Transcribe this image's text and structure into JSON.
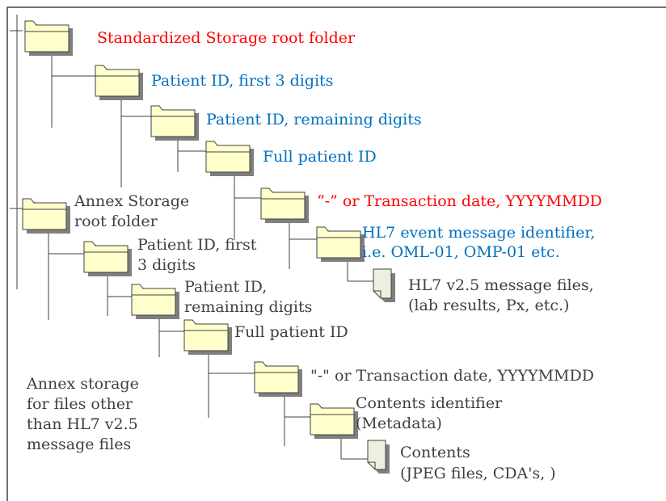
{
  "standard": {
    "root": "Standardized Storage root folder",
    "pid3": "Patient ID, first 3 digits",
    "pidrest": "Patient ID, remaining digits",
    "fullpid": "Full patient ID",
    "date": "“-” or Transaction date, YYYYMMDD",
    "event_line1": "HL7 event message identifier,",
    "event_line2": "i.e. OML-01, OMP-01 etc.",
    "files_line1": "HL7 v2.5 message files,",
    "files_line2": "(lab results, Px, etc.)"
  },
  "annex": {
    "root_line1": "Annex Storage",
    "root_line2": "root folder",
    "pid3_line1": "Patient ID, first",
    "pid3_line2": "3 digits",
    "pidrest_line1": "Patient ID,",
    "pidrest_line2": "remaining digits",
    "fullpid": "Full patient ID",
    "date": "\"-\" or Transaction date, YYYYMMDD",
    "contents_id_line1": "Contents identifier",
    "contents_id_line2": "(Metadata)",
    "contents_line1": "Contents",
    "contents_line2": "(JPEG files, CDA's, )",
    "note_line1": "Annex storage",
    "note_line2": "for files other",
    "note_line3": "than HL7 v2.5",
    "note_line4": "message files"
  },
  "icons": {
    "folder": "folder-icon",
    "file": "file-icon"
  },
  "colors": {
    "red": "#ff0000",
    "blue": "#0070c0",
    "gray": "#404040",
    "folder_fill": "#ffffcc",
    "file_fill": "#ebf1de",
    "shadow": "#7f7f7f"
  }
}
